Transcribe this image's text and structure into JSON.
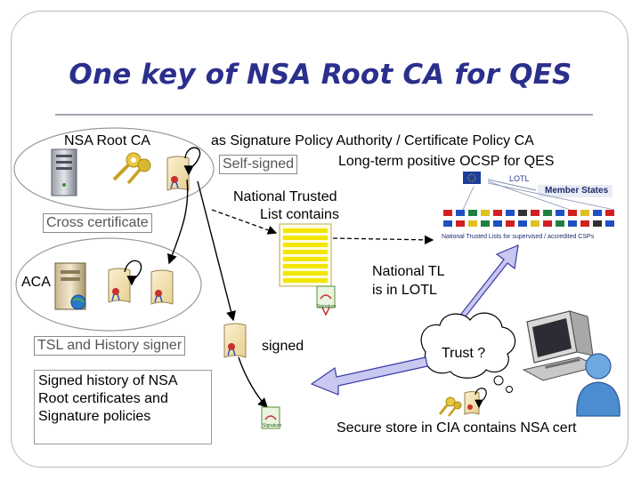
{
  "title": "One key of NSA Root CA for QES",
  "labels": {
    "nsa_root_ca": "NSA Root CA",
    "policy_authority": "as Signature Policy Authority / Certificate Policy CA",
    "self_signed": "Self-signed",
    "long_term_ocsp": "Long-term positive OCSP for QES",
    "national_trusted_line1": "National Trusted",
    "national_trusted_line2": "List contains",
    "cross_certificate": "Cross certificate",
    "aca": "ACA",
    "national_tl_line1": "National TL",
    "national_tl_line2": "is in LOTL",
    "tsl_history_signer": "TSL and History signer",
    "signed": "signed",
    "trust": "Trust ?",
    "signed_history_line1": "Signed history of NSA",
    "signed_history_line2": "Root certificates and",
    "signed_history_line3": "Signature policies",
    "secure_store": "Secure store in CIA contains NSA cert"
  },
  "lotl": {
    "tag": "LOTL",
    "member_states": "Member States",
    "caption": "National Trusted Lists for supervised / accredited CSPs"
  },
  "signature_badge": "Signature",
  "colors": {
    "title": "#2b2f8c",
    "arrow_fill": "#c8c8f0",
    "arrow_stroke": "#3a3aa8",
    "tl_stripe": "#f2e600",
    "ellipse": "#9a9a9a"
  }
}
